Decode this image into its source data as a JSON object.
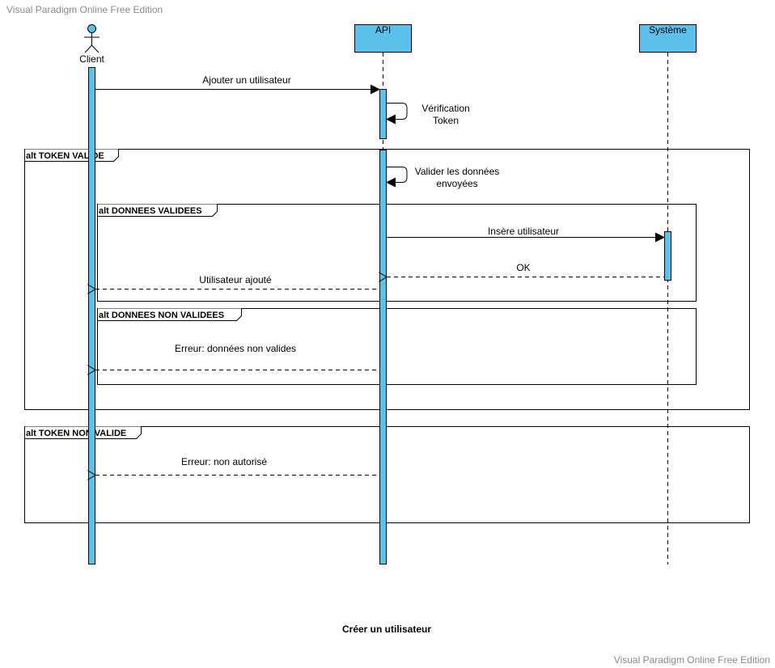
{
  "watermark_top": "Visual Paradigm Online Free Edition",
  "watermark_bottom": "Visual Paradigm Online Free Edition",
  "diagram": {
    "title": "Créer un utilisateur",
    "colors": {
      "lifeline_fill": "#5bc0ea",
      "stroke": "#000000"
    },
    "participants": {
      "client": "Client",
      "api": "API",
      "system": "Système"
    },
    "fragments": {
      "token_valide": "alt TOKEN VALIDE",
      "donnees_validees": "alt DONNEES VALIDEES",
      "donnees_non_validees": "alt DONNEES NON VALIDEES",
      "token_non_valide": "alt TOKEN NON VALIDE"
    },
    "messages": {
      "ajouter": "Ajouter un utilisateur",
      "verif_1": "Vérification",
      "verif_2": "Token",
      "valider_1": "Valider les données",
      "valider_2": "envoyées",
      "insere": "Insère utilisateur",
      "ok": "OK",
      "ajoute": "Utilisateur ajouté",
      "erreur_donnees": "Erreur: données non valides",
      "erreur_auth": "Erreur: non autorisé"
    }
  }
}
